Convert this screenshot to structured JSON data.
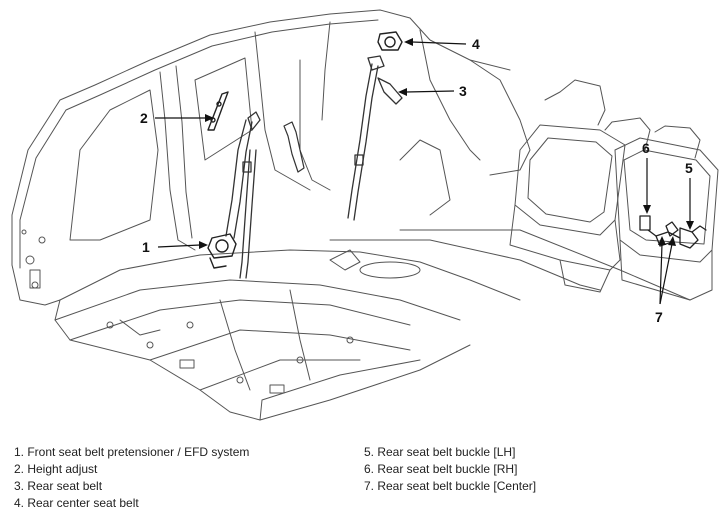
{
  "callouts": [
    {
      "number": "1"
    },
    {
      "number": "2"
    },
    {
      "number": "3"
    },
    {
      "number": "4"
    },
    {
      "number": "5"
    },
    {
      "number": "6"
    },
    {
      "number": "7"
    }
  ],
  "legend": {
    "left": [
      "1. Front seat belt pretensioner / EFD system",
      "2. Height adjust",
      "3. Rear seat belt",
      "4. Rear center seat belt"
    ],
    "right": [
      "5. Rear seat belt buckle [LH]",
      "6. Rear seat belt buckle [RH]",
      "7. Rear seat belt buckle [Center]"
    ]
  }
}
